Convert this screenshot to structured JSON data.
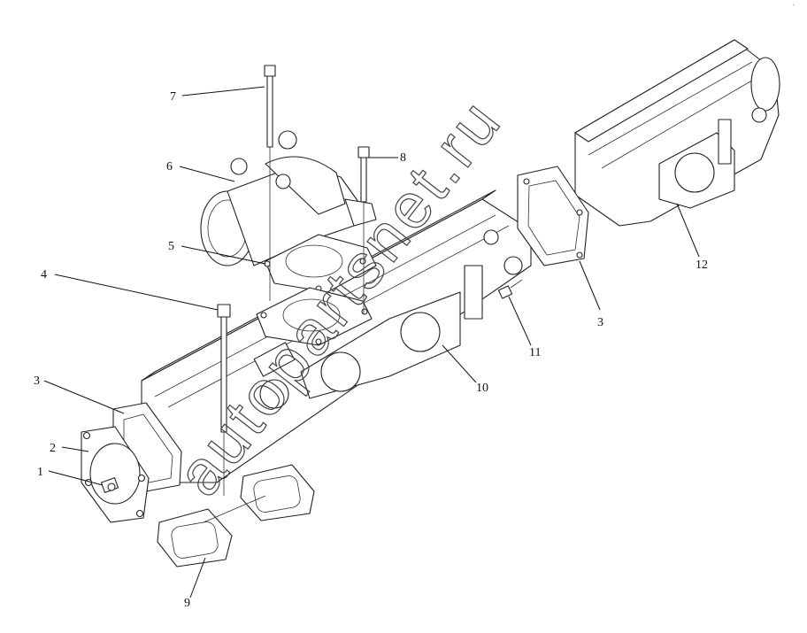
{
  "diagram": {
    "callouts": [
      {
        "id": "c1",
        "label": "1"
      },
      {
        "id": "c2",
        "label": "2"
      },
      {
        "id": "c3a",
        "label": "3"
      },
      {
        "id": "c3b",
        "label": "3"
      },
      {
        "id": "c4",
        "label": "4"
      },
      {
        "id": "c5",
        "label": "5"
      },
      {
        "id": "c6",
        "label": "6"
      },
      {
        "id": "c7",
        "label": "7"
      },
      {
        "id": "c8",
        "label": "8"
      },
      {
        "id": "c9",
        "label": "9"
      },
      {
        "id": "c10",
        "label": "10"
      },
      {
        "id": "c11",
        "label": "11"
      },
      {
        "id": "c12",
        "label": "12"
      }
    ],
    "watermark_text": "autopartsnet.ru"
  }
}
